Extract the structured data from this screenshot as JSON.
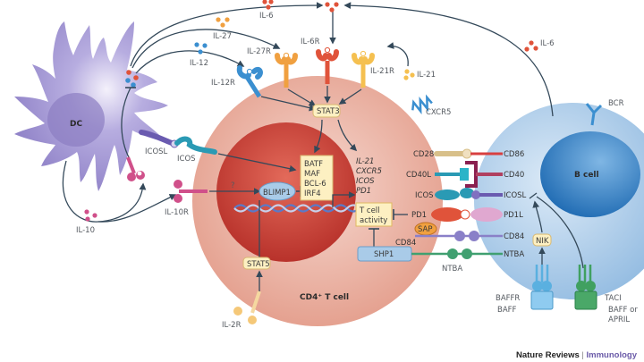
{
  "figure": {
    "cells": {
      "dc": "DC",
      "t_cell": "CD4⁺ T cell",
      "b_cell": "B cell"
    },
    "cytokines": {
      "il6_top": "IL-6",
      "il27": "IL-27",
      "il12": "IL-12",
      "il21": "IL-21",
      "il6_right": "IL-6",
      "il10": "IL-10"
    },
    "receptors": {
      "il27r": "IL-27R",
      "il6r": "IL-6R",
      "il21r": "IL-21R",
      "il12r": "IL-12R",
      "il10r": "IL-10R",
      "il2r": "IL-2R",
      "cxcr5": "CXCR5",
      "icosl_dc": "ICOSL",
      "icos_dc": "ICOS",
      "bcr": "BCR"
    },
    "signaling": {
      "stat3": "STAT3",
      "stat5": "STAT5",
      "blimp1": "BLIMP1",
      "question": "?",
      "tf_box": [
        "BATF",
        "MAF",
        "BCL-6",
        "IRF4"
      ],
      "targets": [
        "IL-21",
        "CXCR5",
        "ICOS",
        "PD1"
      ],
      "t_activity": [
        "T cell",
        "activity"
      ],
      "sap": "SAP",
      "shp1": "SHP1",
      "nik": "NIK"
    },
    "synapse": {
      "t_side": [
        "CD28",
        "CD40L",
        "ICOS",
        "PD1",
        "CD84"
      ],
      "b_side": [
        "CD86",
        "CD40",
        "ICOSL",
        "PD1L",
        "CD84",
        "NTBA"
      ],
      "ntba_bottom": "NTBA"
    },
    "b_receptors": {
      "baffr": "BAFFR",
      "baff": "BAFF",
      "taci": "TACI",
      "baff_april": [
        "BAFF or",
        "APRIL"
      ]
    },
    "colors": {
      "dc": "#9b8fd0",
      "t_cell": "#e8a898",
      "t_nucleus": "#c8443a",
      "b_cell": "#a9cbe8",
      "b_nucleus": "#2f7fc4",
      "il6": "#e0533a",
      "il27": "#f0a040",
      "il12": "#3b8fd0",
      "il21": "#f5c050",
      "il10": "#d0508a",
      "box_fill": "#fdf0c2",
      "box_stroke": "#e0b860"
    }
  },
  "footer": {
    "publisher": "Nature Reviews",
    "separator": "|",
    "journal": "Immunology"
  }
}
